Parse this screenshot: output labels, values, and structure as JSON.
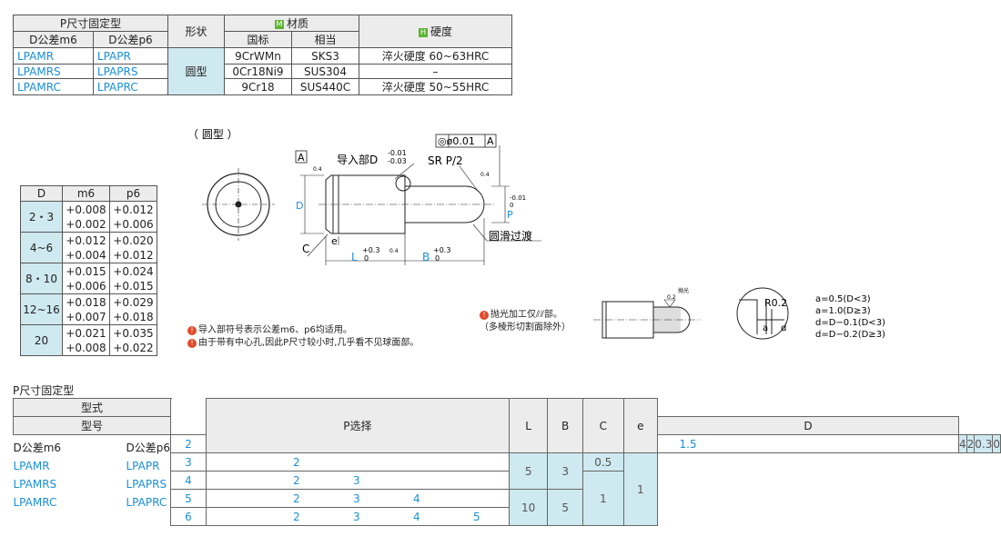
{
  "material_table": {
    "h_pfixed": "P尺寸固定型",
    "h_shape": "形状",
    "h_material": "材质",
    "h_hardness": "硬度",
    "h_d_m6": "D公差m6",
    "h_d_p6": "D公差p6",
    "h_std": "国标",
    "h_equiv": "相当",
    "m_badge": "M",
    "h_badge": "H",
    "shape_val": "圆型",
    "rows": [
      {
        "m6": "LPAMR",
        "p6": "LPAPR",
        "std": "9CrWMn",
        "equiv": "SKS3",
        "hard": "淬火硬度 60~63HRC"
      },
      {
        "m6": "LPAMRS",
        "p6": "LPAPRS",
        "std": "0Cr18Ni9",
        "equiv": "SUS304",
        "hard": "–"
      },
      {
        "m6": "LPAMRC",
        "p6": "LPAPRC",
        "std": "9Cr18",
        "equiv": "SUS440C",
        "hard": "淬火硬度 50~55HRC"
      }
    ]
  },
  "tolerance_table": {
    "h_d": "D",
    "h_m6": "m6",
    "h_p6": "p6",
    "rows": [
      {
        "d": "2・3",
        "m6a": "+0.008",
        "m6b": "+0.002",
        "p6a": "+0.012",
        "p6b": "+0.006"
      },
      {
        "d": "4~6",
        "m6a": "+0.012",
        "m6b": "+0.004",
        "p6a": "+0.020",
        "p6b": "+0.012"
      },
      {
        "d": "8・10",
        "m6a": "+0.015",
        "m6b": "+0.006",
        "p6a": "+0.024",
        "p6b": "+0.015"
      },
      {
        "d": "12~16",
        "m6a": "+0.018",
        "m6b": "+0.007",
        "p6a": "+0.029",
        "p6b": "+0.018"
      },
      {
        "d": "20",
        "m6a": "+0.021",
        "m6b": "+0.008",
        "p6a": "+0.035",
        "p6b": "+0.022"
      }
    ]
  },
  "drawing": {
    "round_label": "（ 圆型 ）",
    "datum_a": "A",
    "lead_in": "导入部D",
    "lead_tol_top": "-0.01",
    "lead_tol_bot": "-0.03",
    "sr_label": "SR P/2",
    "runout": "◎ø0.01",
    "runout_datum": "A",
    "d_label": "D",
    "p_label": "P",
    "p_tol_top": "0",
    "p_tol_bot": "-0.01",
    "c_label": "C",
    "e_label": "e",
    "l_label": "L",
    "l_tol_top": "+0.3",
    "l_tol_bot": "0",
    "b_label": "B",
    "b_tol_top": "+0.3",
    "b_tol_bot": "0",
    "smooth": "圆滑过渡",
    "rough1": "0.4",
    "rough2": "0.4",
    "rough3": "0.4",
    "polish_label": "抛光",
    "polish_val": "0.2",
    "r_label": "R0.2",
    "a_label": "a",
    "dd_label": "d",
    "formulas": [
      "a=0.5(D<3)",
      "a=1.0(D≥3)",
      "d=D−0.1(D<3)",
      "d=D−0.2(D≥3)"
    ]
  },
  "notes": {
    "n1_icon": "!",
    "n1": "导入部符号表示公差m6、p6均适用。",
    "n2_icon": "!",
    "n2": "由于带有中心孔,因此P尺寸较小时,几乎看不见球面部。",
    "n3_icon": "!",
    "n3a": "抛光加工仅",
    "n3b": "部。",
    "n3c": "（多棱形切割面除外）"
  },
  "main_table": {
    "section_title": "P尺寸固定型",
    "h_type": "型式",
    "h_model": "型号",
    "h_d": "D",
    "h_p": "P选择",
    "h_l": "L",
    "h_b": "B",
    "h_c": "C",
    "h_e": "e",
    "col_m6": "D公差m6",
    "col_p6": "D公差p6",
    "models": [
      {
        "m6": "LPAMR",
        "p6": "LPAPR"
      },
      {
        "m6": "LPAMRS",
        "p6": "LPAPRS"
      },
      {
        "m6": "LPAMRC",
        "p6": "LPAPRC"
      }
    ],
    "rows": [
      {
        "d": "2",
        "p": [
          "1.5",
          "",
          "",
          "",
          ""
        ]
      },
      {
        "d": "3",
        "p": [
          "",
          "2",
          "",
          "",
          ""
        ]
      },
      {
        "d": "4",
        "p": [
          "",
          "2",
          "3",
          "",
          ""
        ]
      },
      {
        "d": "5",
        "p": [
          "",
          "2",
          "3",
          "4",
          ""
        ]
      },
      {
        "d": "6",
        "p": [
          "",
          "2",
          "3",
          "4",
          "5"
        ]
      }
    ],
    "l_vals": [
      "4",
      "5",
      "10"
    ],
    "b_vals": [
      "2",
      "3",
      "5"
    ],
    "c_vals": [
      "0.3",
      "0.5",
      "1"
    ],
    "e_vals": [
      "0",
      "1"
    ]
  }
}
